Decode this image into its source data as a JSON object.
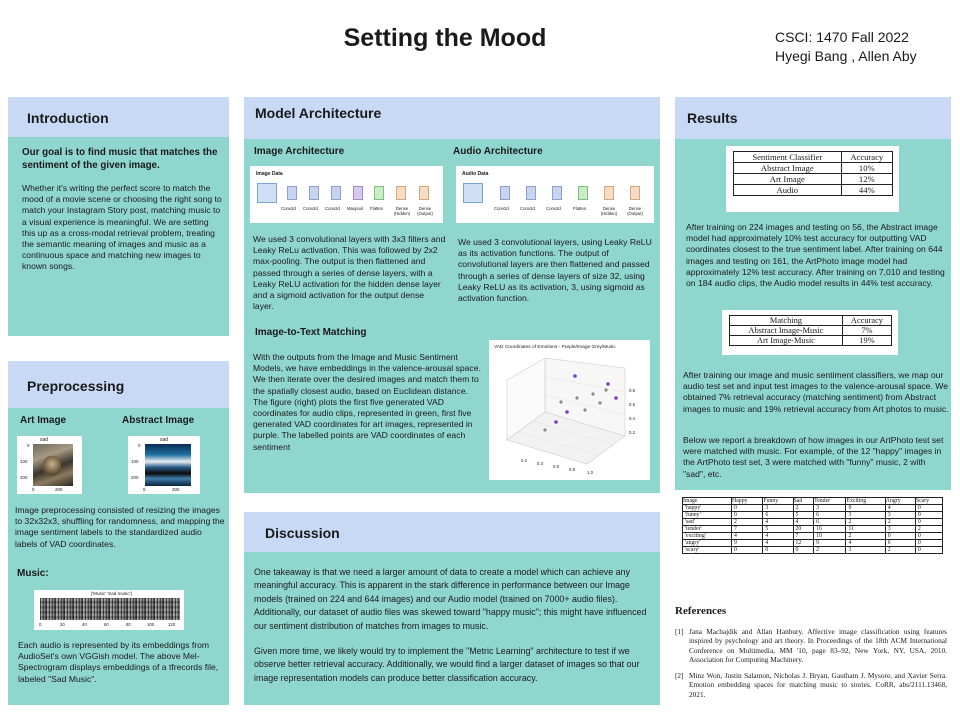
{
  "poster": {
    "title": "Setting the Mood",
    "course": "CSCI: 1470 Fall 2022",
    "authors": "Hyegi Bang , Allen Aby"
  },
  "introduction": {
    "heading": "Introduction",
    "lead": "Our goal is to find music that matches the sentiment of the given image.",
    "body": "Whether it's writing the perfect score to match the mood of a movie scene or choosing the right song to match your Instagram Story post, matching music to a visual experience is meaningful. We are setting this up as a cross-modal retrieval problem, treating the semantic meaning of images and music as a continuous space and matching new images to known songs."
  },
  "preprocessing": {
    "heading": "Preprocessing",
    "art_label": "Art Image",
    "abstract_label": "Abstract Image",
    "art_fig": {
      "title": "sad",
      "y_ticks": [
        "0",
        "100",
        "200"
      ],
      "x_ticks": [
        "0",
        "200"
      ]
    },
    "abstract_fig": {
      "title": "sad",
      "y_ticks": [
        "0",
        "100",
        "200"
      ],
      "x_ticks": [
        "0",
        "200"
      ]
    },
    "body": "Image preprocessing consisted of resizing the images to 32x32x3, shuffling for randomness, and mapping the image sentiment labels to the standardized audio labels of VAD coordinates.",
    "music_label": "Music:",
    "music_fig": {
      "title": "['Music' 'Sad music']",
      "x_ticks": [
        "0",
        "20",
        "40",
        "60",
        "80",
        "100",
        "120"
      ]
    },
    "music_body": "Each audio is represented by its embeddings from AudioSet's own VGGish model.  The above Mel-Spectrogram displays embeddings of a tfrecords file, labeled \"Sad Music\"."
  },
  "model": {
    "heading": "Model Architecture",
    "image_arch_label": "Image Architecture",
    "audio_arch_label": "Audio Architecture",
    "image_diagram": {
      "input": "Image Data",
      "layers": [
        "Conv2d",
        "Conv2d",
        "Conv2d",
        "Maxpool",
        "Flatten",
        "Dense (Hidden)",
        "Dense (Output)"
      ]
    },
    "audio_diagram": {
      "input": "Audio Data",
      "layers": [
        "Conv2d",
        "Conv2d",
        "Conv2d",
        "Flatten",
        "Dense (Hidden)",
        "Dense (Output)"
      ]
    },
    "image_text": "We used 3 convolutional layers with 3x3 filters and Leaky ReLu activation. This was followed by 2x2 max-pooling. The output is then flattened and passed through a series of dense layers, with a Leaky ReLU activation for the hidden dense layer and a sigmoid activation for the output dense layer.",
    "audio_text": "We used 3 convolutional layers, using Leaky ReLU as its activation functions. The output of convolutional layers are then flattened and passed through a series of dense layers of size 32, using Leaky ReLU as its activation, 3, using sigmoid as activation function.",
    "matching_label": "Image-to-Text Matching",
    "matching_text": "With the outputs from the Image and Music Sentiment Models, we have embeddings in the valence-arousal space. We then iterate over the desired images and match them to the spatially closest audio, based on Euclidean distance.\nThe figure (right)  plots the first five generated VAD coordinates for audio clips, represented in green, first five generated VAD coordinates for art images, represented in purple. The labelled points are VAD coordinates of each sentiment",
    "vad_fig": {
      "title": "VAD Coordinates of Emotions - Purple/Image Grey/Music",
      "x_ticks": [
        "0.2",
        "0.4",
        "0.6",
        "0.8",
        "1.0"
      ],
      "y_ticks": [
        "0.8",
        "0.6",
        "0.4",
        "0.2"
      ]
    }
  },
  "discussion": {
    "heading": "Discussion",
    "p1": "One takeaway is that we need a larger amount of data to create a model which can achieve any meaningful accuracy. This is apparent in the stark difference in performance between our Image models (trained on 224 and 644 images) and our Audio model (trained on 7000+ audio files). Additionally, our dataset of audio files was skewed toward \"happy music\"; this might have influenced our sentiment distribution of matches from images to music.",
    "p2": "Given more time, we likely would try to implement the \"Metric Learning\" architecture to test if we observe better retrieval accuracy. Additionally, we would find a larger dataset of images so that our image representation models can produce better classification accuracy."
  },
  "results": {
    "heading": "Results",
    "table1": {
      "headers": [
        "Sentiment Classifier",
        "Accuracy"
      ],
      "rows": [
        [
          "Abstract Image",
          "10%"
        ],
        [
          "Art Image",
          "12%"
        ],
        [
          "Audio",
          "44%"
        ]
      ]
    },
    "text1": "After training on 224 images and testing on 56, the Abstract image model had approximately 10% test accuracy for outputting VAD coordinates closest to the true sentiment label. After training on 644 images and testing on 161, the ArtPhoto image model had approximately 12% test accuracy. After training on 7,010 and testing on 184 audio clips, the Audio model results in 44% test accuracy.",
    "table2": {
      "headers": [
        "Matching",
        "Accuracy"
      ],
      "rows": [
        [
          "Abstract Image-Music",
          "7%"
        ],
        [
          "Art Image-Music",
          "19%"
        ]
      ]
    },
    "text2": "After training our image and music sentiment classifiers, we map our audio test set and input test images to the valence-arousal space. We obtained 7% retrieval accuracy (matching sentiment) from Abstract images to music and 19% retrieval accuracy from Art photos to music.",
    "text3": "Below we report a breakdown of how images in our ArtPhoto test set were matched with music. For example, of the 12 \"happy\" images in the ArtPhoto test set, 3 were matched with \"funny\" music, 2 with \"sad\", etc.",
    "table3": {
      "headers": [
        "Image",
        "Happy",
        "Funny",
        "Sad",
        "Tender",
        "Exciting",
        "Angry",
        "Scary"
      ],
      "rows": [
        [
          "'happy'",
          "0",
          "3",
          "2",
          "3",
          "0",
          "4",
          "0"
        ],
        [
          "'funny'",
          "0",
          "6",
          "5",
          "6",
          "3",
          "3",
          "0"
        ],
        [
          "'sad'",
          "2",
          "4",
          "4",
          "6",
          "2",
          "2",
          "0"
        ],
        [
          "'tender'",
          "7",
          "5",
          "20",
          "16",
          "11",
          "3",
          "2"
        ],
        [
          "'exciting'",
          "4",
          "4",
          "7",
          "10",
          "2",
          "0",
          "0"
        ],
        [
          "'angry'",
          "9",
          "4",
          "12",
          "9",
          "4",
          "6",
          "0"
        ],
        [
          "'scary'",
          "0",
          "0",
          "0",
          "2",
          "3",
          "2",
          "0"
        ]
      ]
    }
  },
  "references": {
    "heading": "References",
    "items": [
      {
        "num": "[1]",
        "text": "Jana Machajdik and Allan Hanbury.  Affective image classification using features inspired by psychology and art theory.  In Proceedings of the 18th ACM International Conference on Multimedia, MM '10, page 83–92, New York, NY, USA, 2010. Association for Computing Machinery."
      },
      {
        "num": "[2]",
        "text": "Minz Won, Justin Salamon, Nicholas J. Bryan, Gautham J. Mysore, and Xavier Serra.  Emotion embedding spaces for matching music to stories. CoRR, abs/2111.13468, 2021."
      }
    ]
  }
}
